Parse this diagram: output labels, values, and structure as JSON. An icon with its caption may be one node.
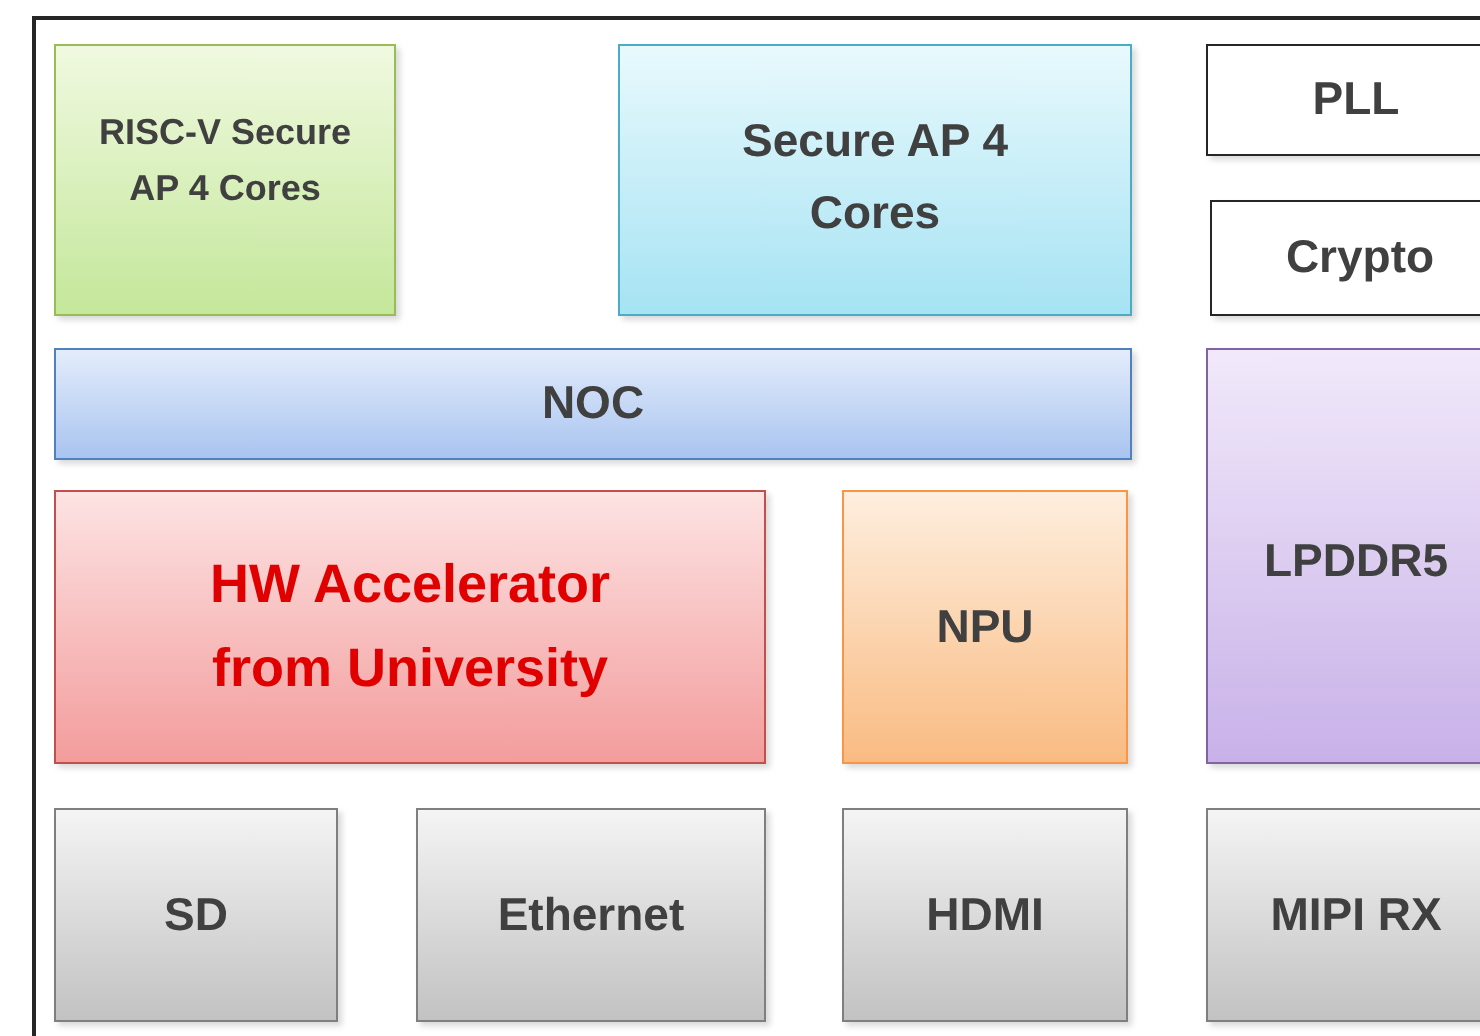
{
  "diagram": {
    "nodes": [
      {
        "text": [],
        "shape": "box"
      },
      {
        "text": [
          "RISC-V Secure AP 4 Cores"
        ],
        "in": 0
      },
      {
        "text": [
          "Secure AP 4 Cores"
        ],
        "in": 0
      },
      {
        "text": [
          "PLL"
        ],
        "in": 0
      },
      {
        "text": [
          "Crypto"
        ],
        "in": 0
      },
      {
        "text": [
          "NOC"
        ],
        "in": 0
      },
      {
        "text": [
          "LPDDR5"
        ],
        "in": 0
      },
      {
        "text": [
          "HW Accelerator from University"
        ],
        "in": 0
      },
      {
        "text": [
          "NPU"
        ],
        "in": 0
      },
      {
        "text": [
          "SD"
        ],
        "in": 0
      },
      {
        "text": [
          "Ethernet"
        ],
        "in": 0
      },
      {
        "text": [
          "HDMI"
        ],
        "in": 0
      },
      {
        "text": [
          "MIPI RX"
        ],
        "in": 0
      }
    ]
  }
}
